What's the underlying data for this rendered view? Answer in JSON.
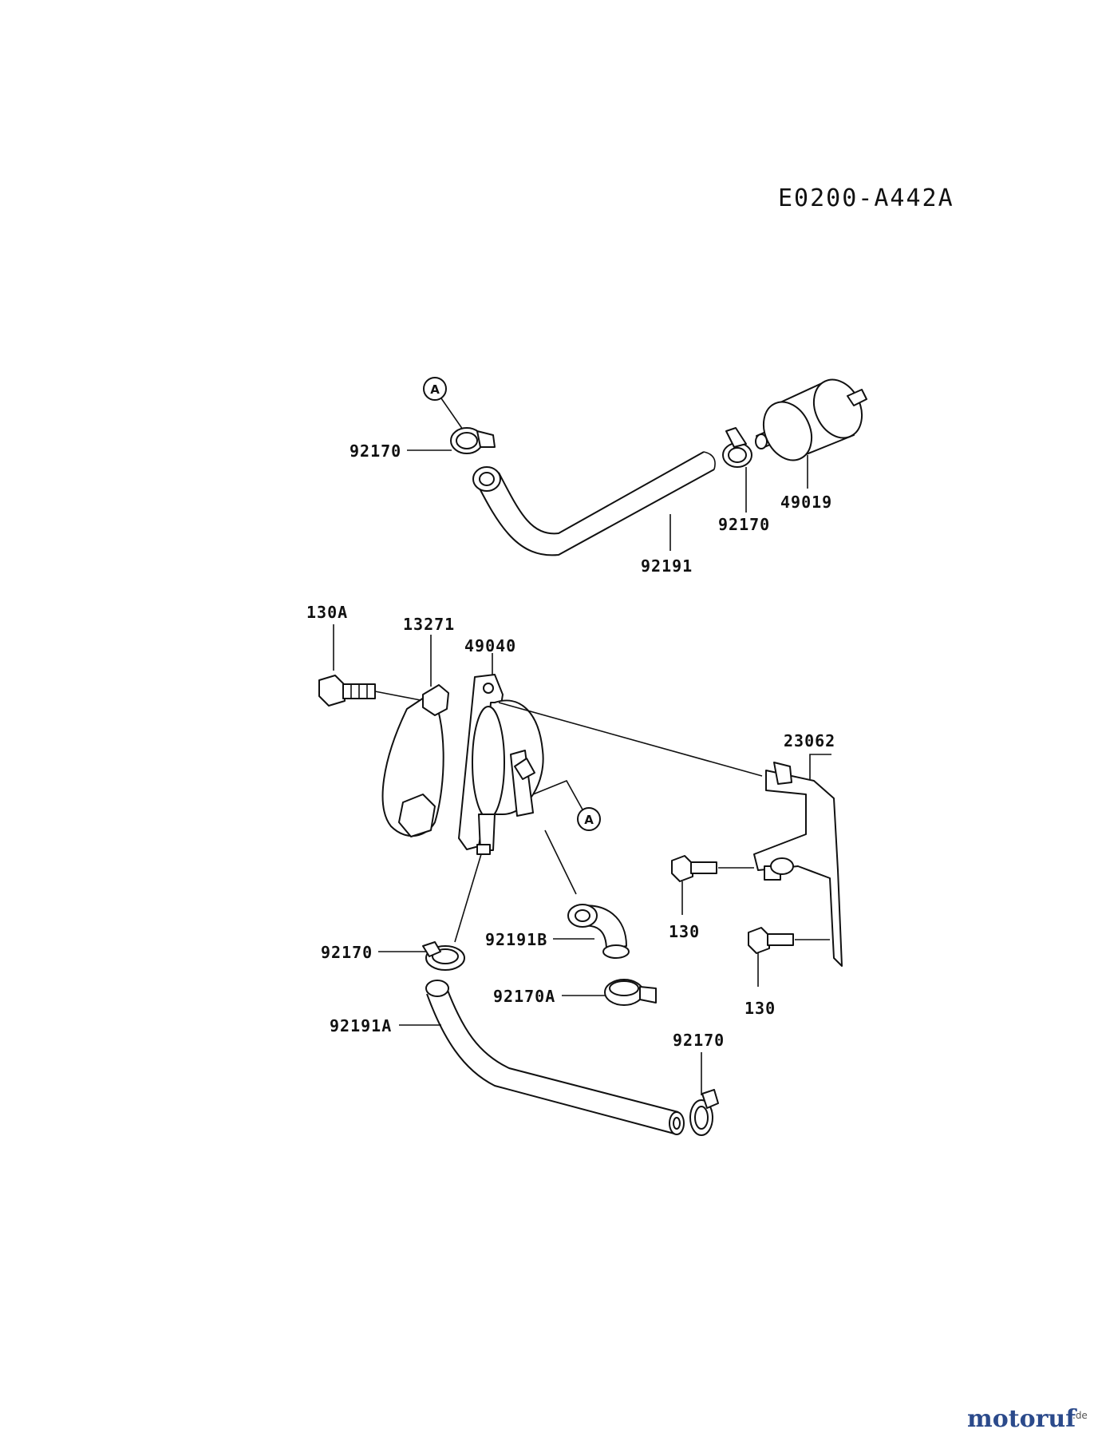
{
  "diagram_code": "E0200-A442A",
  "reference_marker": "A",
  "labels": {
    "clamp_upper_left": "92170",
    "hose_upper": "92191",
    "clamp_upper_right": "92170",
    "fuel_filter": "49019",
    "bolt_130a": "130A",
    "plate_13271": "13271",
    "fuel_pump": "49040",
    "bracket": "23062",
    "bolt_130_upper": "130",
    "bolt_130_lower": "130",
    "clamp_mid_left": "92170",
    "hose_92191b": "92191B",
    "clamp_92170a": "92170A",
    "hose_92191a": "92191A",
    "clamp_lower_right": "92170"
  },
  "watermark": {
    "brand": "motoruf",
    "suffix": ".de"
  }
}
